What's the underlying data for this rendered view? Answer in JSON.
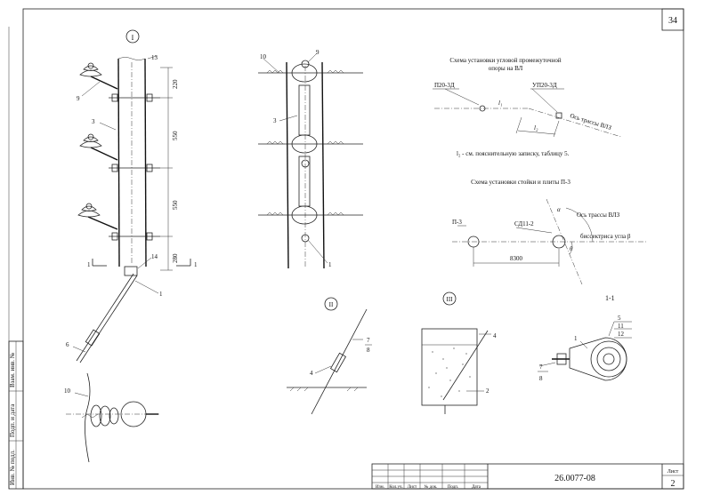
{
  "sheet": {
    "page_number": "34",
    "sheet_number": "2",
    "sheet_label": "Лист",
    "document_code": "26.0077-08",
    "title_block_headers": [
      "Изм.",
      "Кол.уч.",
      "Лист",
      "№ док.",
      "Подп.",
      "Дата"
    ],
    "side_labels": [
      "Инв. № подл.",
      "Подп. и дата",
      "Взам. инв. №"
    ]
  },
  "views": {
    "view1_mark": "I",
    "view2_mark": "II",
    "view3_mark": "III",
    "section_mark": "1-1",
    "section_cut_left": "1",
    "section_cut_right": "1"
  },
  "dimensions": {
    "d220": "220",
    "d550a": "550",
    "d550b": "550",
    "d280": "280",
    "d8300": "8300"
  },
  "callouts": {
    "c13": "13",
    "c9": "9",
    "c3": "3",
    "c14": "14",
    "c1": "1",
    "c6": "6",
    "c10": "10",
    "c10b": "10",
    "c9b": "9",
    "c3b": "3",
    "c1b": "1",
    "c7": "7",
    "c8": "8",
    "c4": "4",
    "c4b": "4",
    "c2": "2",
    "c5": "5",
    "c11": "11",
    "c12": "12",
    "c1c": "1",
    "c7b": "7",
    "c8b": "8"
  },
  "scheme1": {
    "title_line1": "Схема установки угловой промежуточной",
    "title_line2": "опоры на ВЛ",
    "label_p20": "П20-3Д",
    "label_up20": "УП20-3Д",
    "label_l1": "l₁",
    "label_l2": "l₂",
    "route_axis": "Ось трассы ВЛЗ",
    "note": "l₂ - см. пояснительную записку, таблицу 5."
  },
  "scheme2": {
    "title": "Схема установки стойки и плиты П-3",
    "label_p3": "П-3",
    "label_sd": "СД11-2",
    "route_axis": "Ось трассы ВЛЗ",
    "bisector": "биссектриса угла β",
    "alpha": "α",
    "theta": "θ"
  }
}
